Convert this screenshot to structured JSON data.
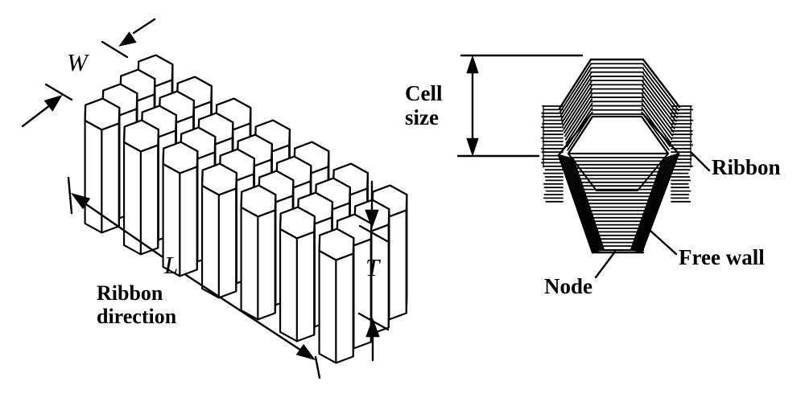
{
  "labels": {
    "w": "W",
    "l": "L",
    "t": "T",
    "ribbon_direction": {
      "line1": "Ribbon",
      "line2": "direction"
    },
    "cell_size": {
      "line1": "Cell",
      "line2": "size"
    },
    "ribbon": "Ribbon",
    "free_wall": "Free wall",
    "node": "Node"
  },
  "colors": {
    "ink": "#000000",
    "background": "#ffffff"
  }
}
